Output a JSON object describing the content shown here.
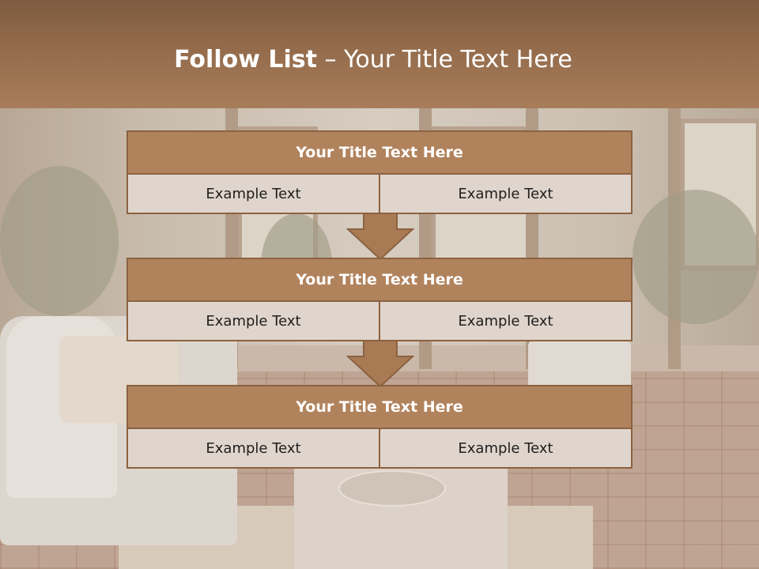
{
  "slide": {
    "title_bold": "Follow List",
    "title_rest": " – Your Title Text Here"
  },
  "blocks": [
    {
      "title": "Your Title Text Here",
      "left": "Example Text",
      "right": "Example Text"
    },
    {
      "title": "Your Title Text Here",
      "left": "Example Text",
      "right": "Example Text"
    },
    {
      "title": "Your Title Text Here",
      "left": "Example Text",
      "right": "Example Text"
    }
  ],
  "colors": {
    "header": "#946c4c",
    "block_header": "#b1835d",
    "block_border": "#8b6241",
    "cell_fill": "#e0d5cc",
    "arrow": "#a87b55"
  },
  "icons": [
    "down-arrow-icon",
    "down-arrow-icon"
  ]
}
